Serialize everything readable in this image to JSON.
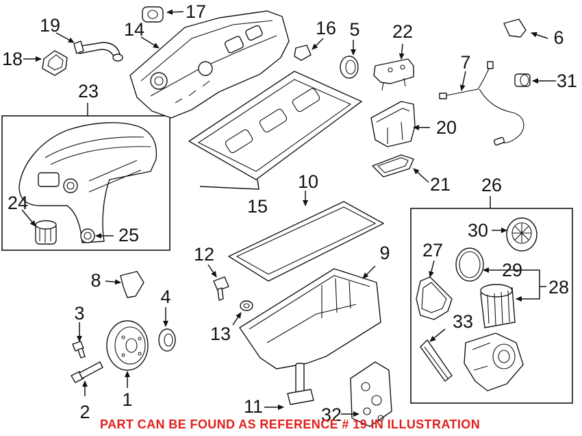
{
  "diagram": {
    "callouts": {
      "n1": "1",
      "n2": "2",
      "n3": "3",
      "n4": "4",
      "n5": "5",
      "n6": "6",
      "n7": "7",
      "n8": "8",
      "n9": "9",
      "n10": "10",
      "n11": "11",
      "n12": "12",
      "n13": "13",
      "n14": "14",
      "n15": "15",
      "n16": "16",
      "n17": "17",
      "n18": "18",
      "n19": "19",
      "n20": "20",
      "n21": "21",
      "n22": "22",
      "n23": "23",
      "n24": "24",
      "n25": "25",
      "n26": "26",
      "n27": "27",
      "n28": "28",
      "n29": "29",
      "n30": "30",
      "n31": "31",
      "n32": "32",
      "n33": "33"
    },
    "note": "PART CAN BE FOUND AS REFERENCE # 19 IN ILLUSTRATION",
    "colors": {
      "note": "#e0201c",
      "lines": "#111111"
    }
  }
}
